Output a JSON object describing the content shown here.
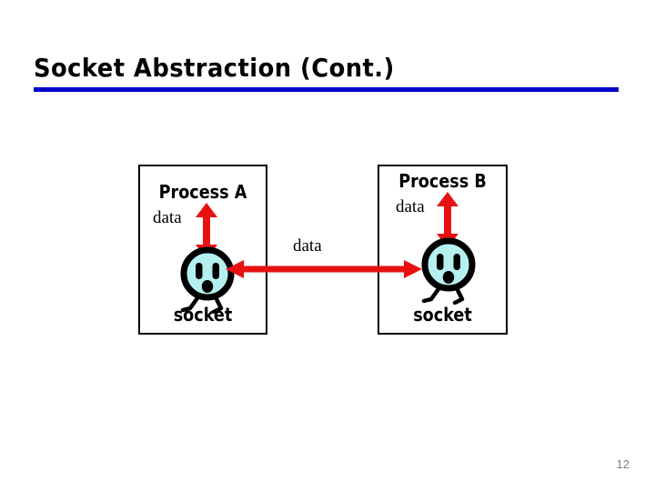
{
  "slide": {
    "title": "Socket Abstraction (Cont.)",
    "page_number": "12",
    "rule_color": "#0000cc",
    "arrow_color": "#e81111",
    "socket_fill_color": "#b5f0f0"
  },
  "diagram": {
    "left_process": {
      "title": "Process A",
      "data_label": "data",
      "socket_label": "socket",
      "socket_icon": "electrical-outlet-face-icon",
      "vertical_arrow": "double-headed-vertical-arrow"
    },
    "right_process": {
      "title": "Process B",
      "data_label": "data",
      "socket_label": "socket",
      "socket_icon": "electrical-outlet-face-icon",
      "vertical_arrow": "double-headed-vertical-arrow"
    },
    "connection": {
      "data_label": "data",
      "arrow": "double-headed-horizontal-arrow"
    }
  }
}
